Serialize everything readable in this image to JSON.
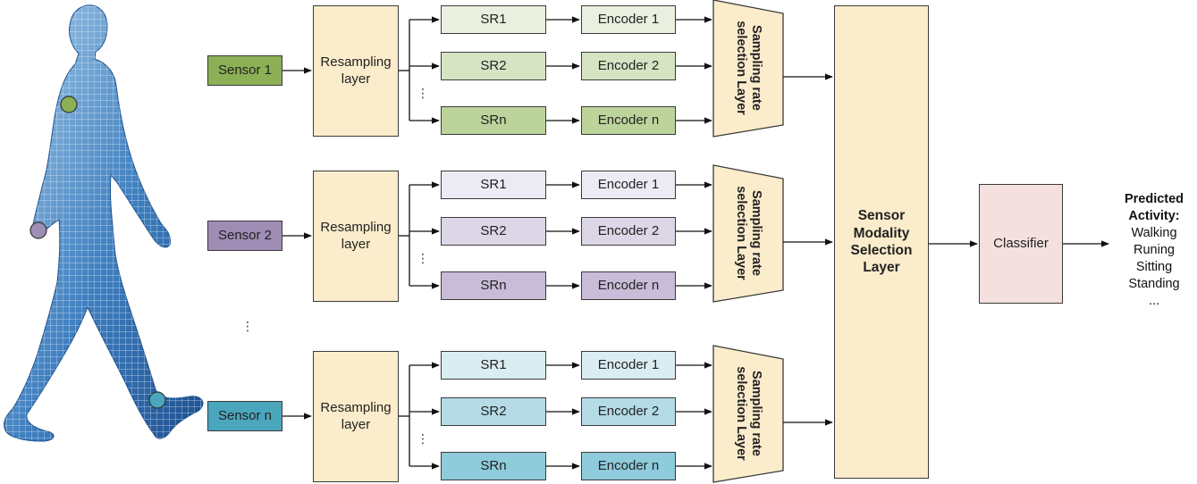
{
  "colors": {
    "green": "#a9c47f",
    "purple": "#9f8db5",
    "teal": "#4aa6bd",
    "resampling_fill": "#fbeccb",
    "classifier_fill": "#f4e0de"
  },
  "groups": [
    {
      "sensor": "Sensor 1",
      "resampling": "Resampling layer",
      "rates": [
        "SR1",
        "SR2",
        "SRn"
      ],
      "encoders": [
        "Encoder 1",
        "Encoder 2",
        "Encoder n"
      ],
      "selection": "Sampling rate selection Layer",
      "sensor_color": "#8bb055",
      "sr_colors": [
        "#e9f0df",
        "#d6e4c4",
        "#bcd49c"
      ]
    },
    {
      "sensor": "Sensor 2",
      "resampling": "Resampling layer",
      "rates": [
        "SR1",
        "SR2",
        "SRn"
      ],
      "encoders": [
        "Encoder 1",
        "Encoder 2",
        "Encoder n"
      ],
      "selection": "Sampling rate selection Layer",
      "sensor_color": "#9f8db5",
      "sr_colors": [
        "#eceaf2",
        "#dcd6e6",
        "#c8bcd8"
      ]
    },
    {
      "sensor": "Sensor n",
      "resampling": "Resampling layer",
      "rates": [
        "SR1",
        "SR2",
        "SRn"
      ],
      "encoders": [
        "Encoder 1",
        "Encoder 2",
        "Encoder n"
      ],
      "selection": "Sampling rate selection Layer",
      "sensor_color": "#4aa6bd",
      "sr_colors": [
        "#daedf2",
        "#b4dbe6",
        "#8ecbdb"
      ]
    }
  ],
  "modality_layer": "Sensor Modality Selection Layer",
  "classifier": "Classifier",
  "prediction": {
    "title": "Predicted Activity:",
    "activities": [
      "Walking",
      "Runing",
      "Sitting",
      "Standing",
      "..."
    ]
  },
  "ellipsis": "⋮"
}
